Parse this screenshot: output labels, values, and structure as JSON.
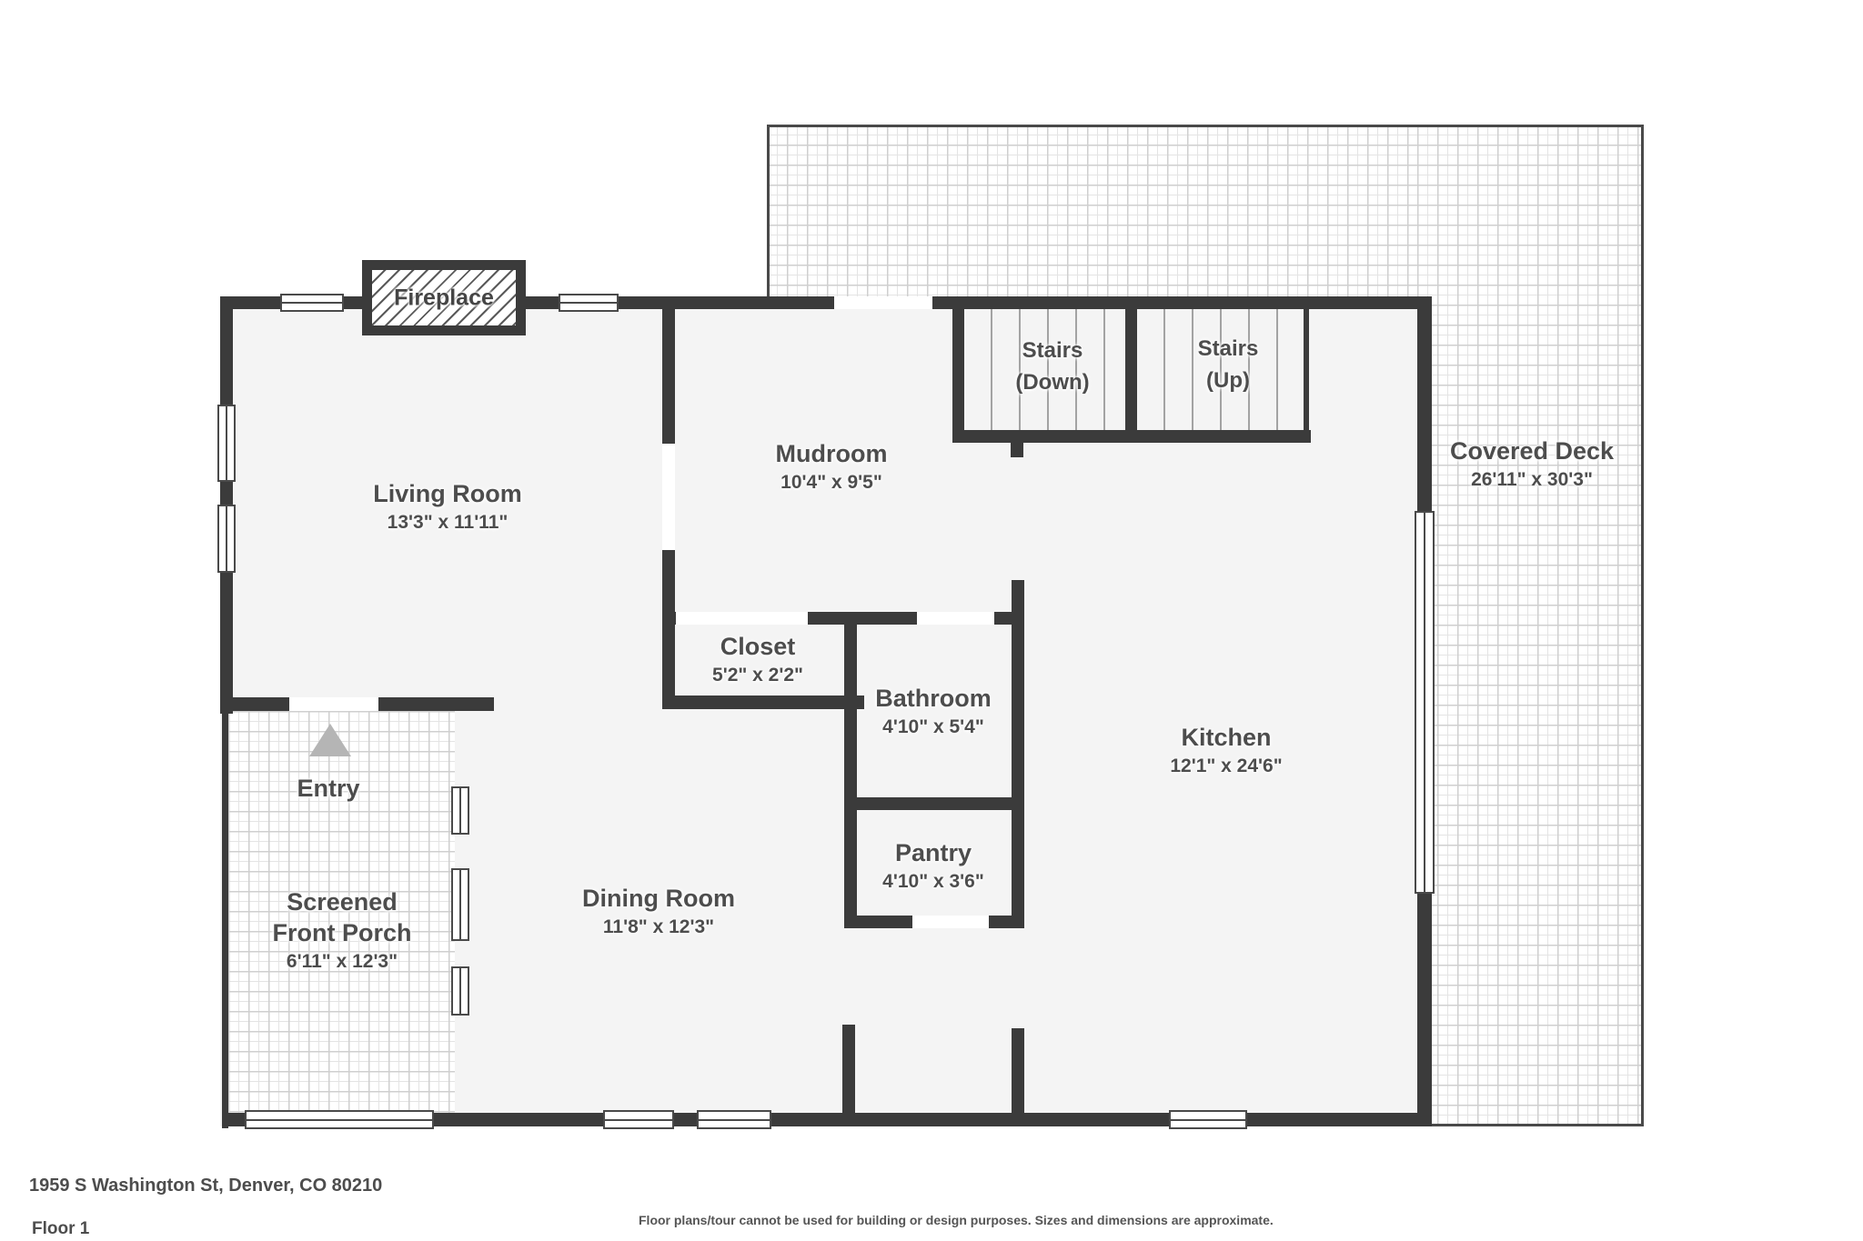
{
  "rooms": {
    "living": {
      "name": "Living Room",
      "dims": "13'3\" x 11'11\""
    },
    "mudroom": {
      "name": "Mudroom",
      "dims": "10'4\" x 9'5\""
    },
    "deck": {
      "name": "Covered Deck",
      "dims": "26'11\" x 30'3\""
    },
    "closet": {
      "name": "Closet",
      "dims": "5'2\" x 2'2\""
    },
    "bathroom": {
      "name": "Bathroom",
      "dims": "4'10\" x 5'4\""
    },
    "pantry": {
      "name": "Pantry",
      "dims": "4'10\" x 3'6\""
    },
    "kitchen": {
      "name": "Kitchen",
      "dims": "12'1\" x 24'6\""
    },
    "dining": {
      "name": "Dining Room",
      "dims": "11'8\" x 12'3\""
    },
    "porch": {
      "line1": "Screened",
      "line2": "Front Porch",
      "dims": "6'11\" x 12'3\""
    },
    "entry": {
      "name": "Entry"
    }
  },
  "stairs": {
    "down": {
      "line1": "Stairs",
      "line2": "(Down)"
    },
    "up": {
      "line1": "Stairs",
      "line2": "(Up)"
    }
  },
  "fireplace": {
    "label": "Fireplace"
  },
  "colors": {
    "wall": "#3b3b3b",
    "floor": "#f4f4f4",
    "text": "#4d4d4d",
    "pattern_line": "#cfcfcf",
    "arrow": "#b5b5b5"
  },
  "footer": {
    "address": "1959 S Washington St, Denver, CO 80210",
    "floor": "Floor 1",
    "disclaimer": "Floor plans/tour cannot be used for building or design purposes. Sizes and dimensions are approximate."
  }
}
